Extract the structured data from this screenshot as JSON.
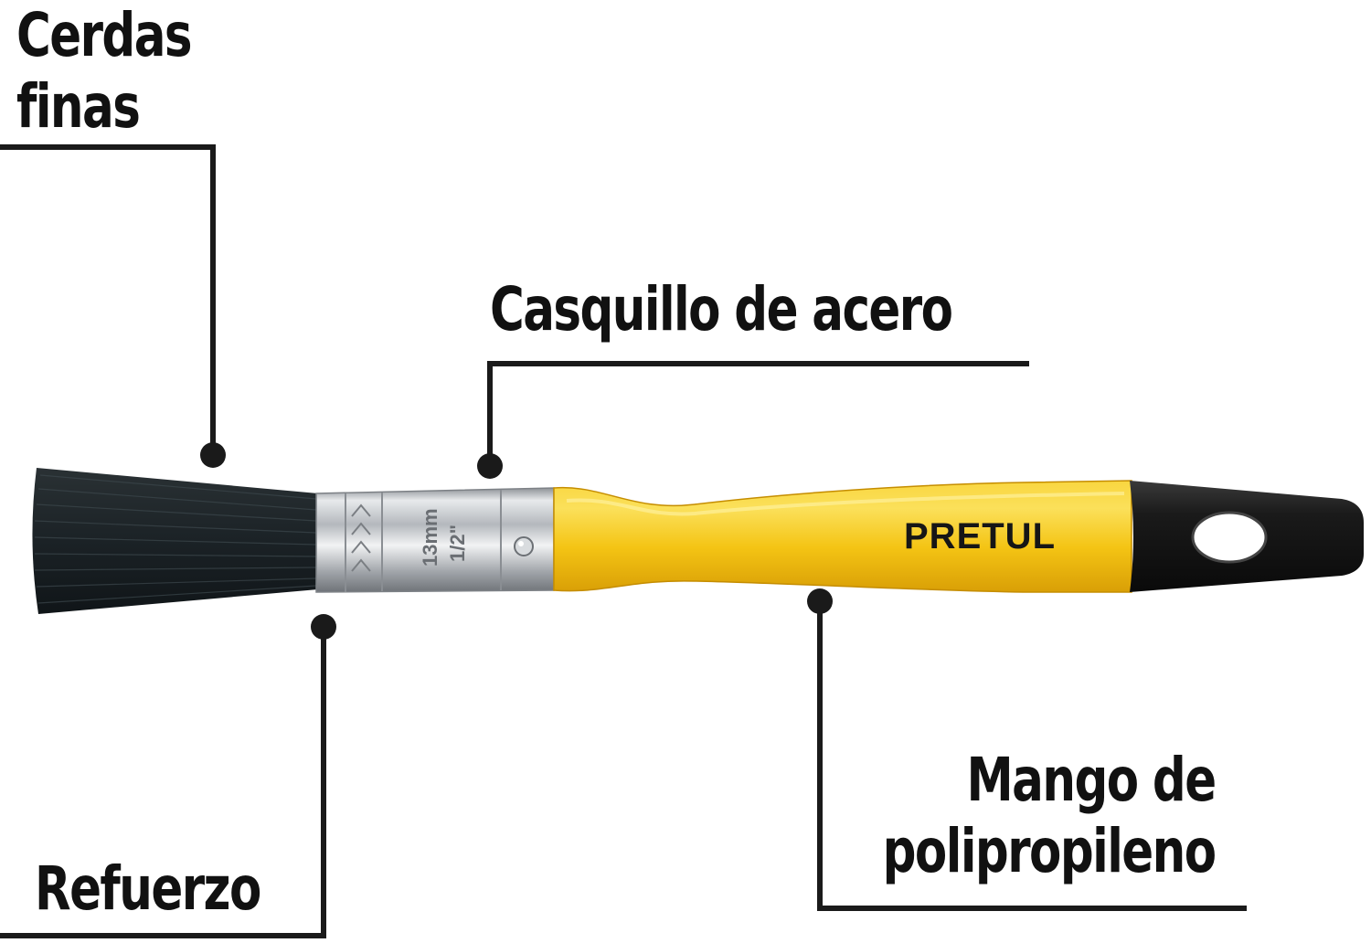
{
  "labels": {
    "bristles": [
      "Cerdas",
      "finas"
    ],
    "ferrule": "Casquillo de acero",
    "reinforcement": "Refuerzo",
    "handle": [
      "Mango de",
      "polipropileno"
    ]
  },
  "brush": {
    "brand": "PRETUL",
    "ferrule_marking": [
      "13mm",
      "1/2\""
    ]
  },
  "colors": {
    "ink": "#111111",
    "handle_yellow": "#f7c516",
    "handle_tip": "#1c1c1c",
    "bristles": "#1b2226",
    "ferrule": "#c9ccd0"
  }
}
